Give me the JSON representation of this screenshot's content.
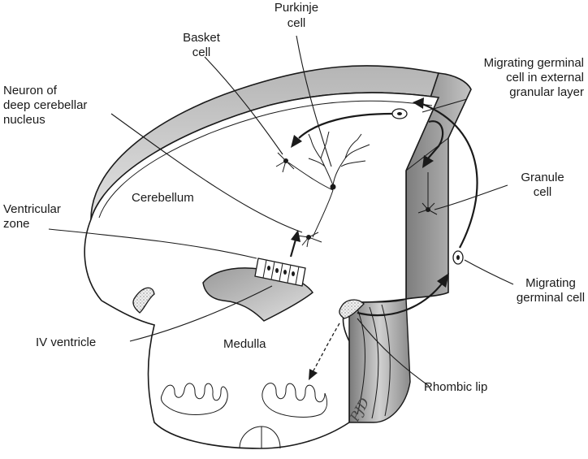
{
  "labels": {
    "purkinje": [
      "Purkinje",
      "cell"
    ],
    "basket": [
      "Basket",
      "cell"
    ],
    "neuron_deep": [
      "Neuron of",
      "deep cerebellar",
      "nucleus"
    ],
    "migrating_external": [
      "Migrating germinal",
      "cell in external",
      "granular layer"
    ],
    "granule": [
      "Granule",
      "cell"
    ],
    "ventricular_zone": [
      "Ventricular",
      "zone"
    ],
    "cerebellum": "Cerebellum",
    "migrating_germinal": [
      "Migrating",
      "germinal cell"
    ],
    "iv_ventricle": "IV ventricle",
    "medulla": "Medulla",
    "rhombic_lip": "Rhombic lip",
    "signature": "PJD"
  },
  "colors": {
    "ink": "#1a1a1a",
    "background": "#ffffff",
    "rim_shade": "#cfcfcf",
    "block_face": "#a8a8a8",
    "lip_stipple": "#e6e6e6"
  }
}
